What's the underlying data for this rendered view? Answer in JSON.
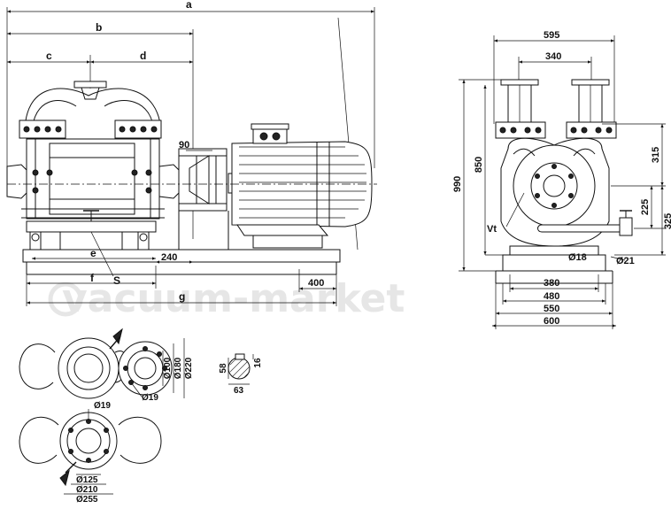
{
  "watermark": "vacuum-market",
  "front_view": {
    "dims": {
      "a": "a",
      "b": "b",
      "c": "c",
      "d": "d",
      "e": "e",
      "f": "f",
      "g": "g",
      "s": "S",
      "d90": "90",
      "d240": "240",
      "d400": "400"
    }
  },
  "side_view": {
    "dims": {
      "d595": "595",
      "d340": "340",
      "d990": "990",
      "d850": "850",
      "d315": "315",
      "d225": "225",
      "d325": "325",
      "vt": "Vt",
      "o18": "Ø18",
      "o21": "Ø21",
      "d380": "380",
      "d480": "480",
      "d550": "550",
      "d600": "600"
    }
  },
  "flange_top": {
    "dims": {
      "o100": "Ø100",
      "o180": "Ø180",
      "o220": "Ø220",
      "o19": "Ø19"
    }
  },
  "key_detail": {
    "dims": {
      "d58": "58",
      "d16": "16",
      "d63": "63"
    }
  },
  "flange_bottom": {
    "dims": {
      "o19": "Ø19",
      "o125": "Ø125",
      "o210": "Ø210",
      "o255": "Ø255"
    }
  }
}
